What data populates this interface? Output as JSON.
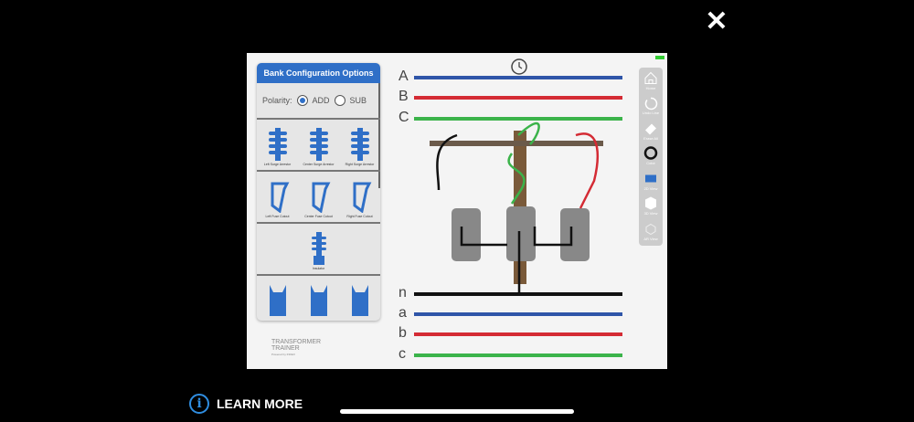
{
  "close_icon": "close-icon",
  "panel": {
    "title": "Bank Configuration Options",
    "polarity_label": "Polarity:",
    "options": [
      "ADD",
      "SUB"
    ],
    "selected": "ADD",
    "arresters": [
      "Left Surge Arrestor",
      "Center Surge Arrestor",
      "Right Surge Arrestor"
    ],
    "cutouts": [
      "Left Fuse Cutout",
      "Center Fuse Cutout",
      "Right Fuse Cutout"
    ],
    "insulator": "Insulator"
  },
  "logo": {
    "line1": "TRANSFORMER",
    "line2": "TRAINER",
    "line3": "Powered by INDEX"
  },
  "toolbar": [
    "Home",
    "Undo Line",
    "Erase All",
    "Color",
    "2D View",
    "3D View",
    "AR View"
  ],
  "lines": {
    "primary": [
      "A",
      "B",
      "C"
    ],
    "secondary": [
      "n",
      "a",
      "b",
      "c"
    ]
  },
  "colors": {
    "blue": "#2f55a8",
    "red": "#d42b34",
    "green": "#3bb34a",
    "black": "#111111",
    "accent": "#2f6fc7"
  },
  "footer": {
    "learn_more": "LEARN MORE"
  }
}
